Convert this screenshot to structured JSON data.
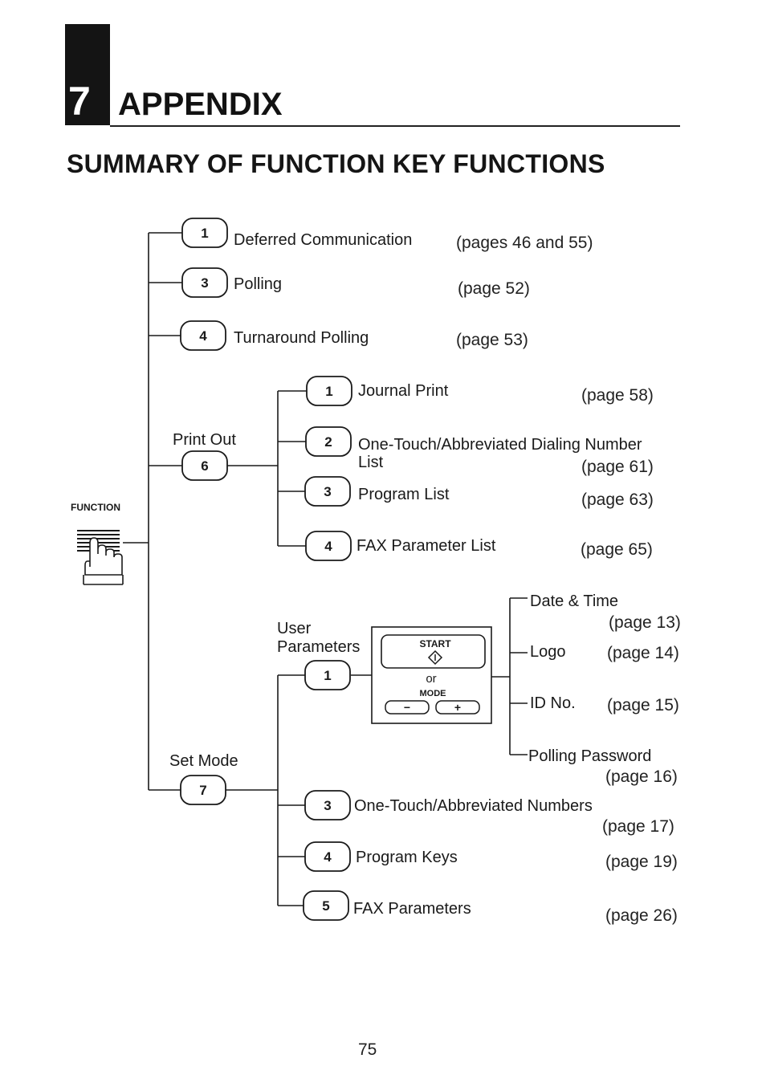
{
  "chapter": {
    "number": "7",
    "title": "APPENDIX"
  },
  "section_title": "SUMMARY OF FUNCTION KEY FUNCTIONS",
  "function_key": {
    "label": "FUNCTION"
  },
  "level1": [
    {
      "key": "1",
      "label": "Deferred Communication",
      "page": "(pages 46 and 55)"
    },
    {
      "key": "3",
      "label": "Polling",
      "page": "(page 52)"
    },
    {
      "key": "4",
      "label": "Turnaround Polling",
      "page": "(page 53)"
    }
  ],
  "print_out": {
    "label": "Print Out",
    "key": "6",
    "items": [
      {
        "key": "1",
        "label": "Journal Print",
        "page": "(page 58)"
      },
      {
        "key": "2",
        "label": "One-Touch/Abbreviated Dialing Number",
        "label2": "List",
        "page": "(page 61)"
      },
      {
        "key": "3",
        "label": "Program List",
        "page": "(page 63)"
      },
      {
        "key": "4",
        "label": "FAX Parameter List",
        "page": "(page 65)"
      }
    ]
  },
  "set_mode": {
    "label": "Set Mode",
    "key": "7",
    "user_parameters": {
      "label_line1": "User",
      "label_line2": "Parameters",
      "key": "1",
      "panel": {
        "start": "START",
        "or": "or",
        "mode": "MODE",
        "minus": "−",
        "plus": "+"
      },
      "items": [
        {
          "label": "Date & Time",
          "page": "(page 13)"
        },
        {
          "label": "Logo",
          "page": "(page 14)"
        },
        {
          "label": "ID No.",
          "page": "(page 15)"
        },
        {
          "label": "Polling Password",
          "page": "(page 16)"
        }
      ]
    },
    "items": [
      {
        "key": "3",
        "label": "One-Touch/Abbreviated Numbers",
        "page": "(page 17)"
      },
      {
        "key": "4",
        "label": "Program Keys",
        "page": "(page 19)"
      },
      {
        "key": "5",
        "label": "FAX Parameters",
        "page": "(page 26)"
      }
    ]
  },
  "footer": {
    "page_number": "75"
  }
}
